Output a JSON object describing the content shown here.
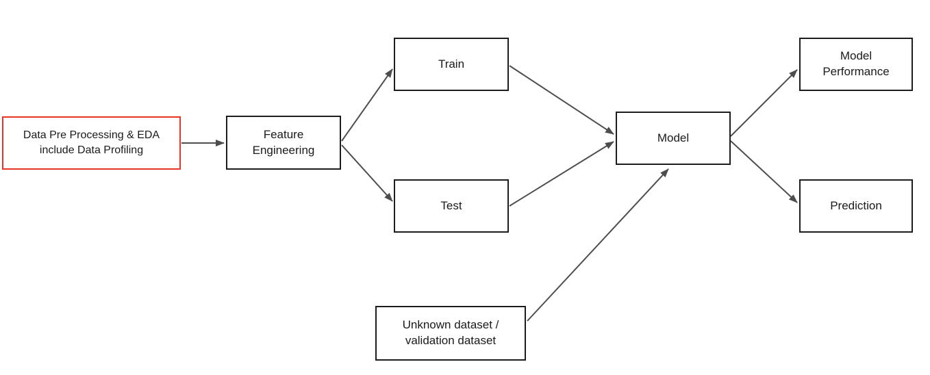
{
  "diagram": {
    "type": "flowchart",
    "background_color": "#ffffff",
    "colors": {
      "box_border": "#1c1c1c",
      "highlight_border": "#ea3323",
      "connector": "#4d4d4d",
      "text": "#1a1a1a"
    },
    "nodes": {
      "data_preprocessing": {
        "label": "Data Pre Processing & EDA\ninclude Data Profiling",
        "highlighted": true
      },
      "feature_engineering": {
        "label": "Feature\nEngineering",
        "highlighted": false
      },
      "train": {
        "label": "Train",
        "highlighted": false
      },
      "test": {
        "label": "Test",
        "highlighted": false
      },
      "model": {
        "label": "Model",
        "highlighted": false
      },
      "model_performance": {
        "label": "Model\nPerformance",
        "highlighted": false
      },
      "prediction": {
        "label": "Prediction",
        "highlighted": false
      },
      "unknown_dataset": {
        "label": "Unknown dataset /\nvalidation dataset",
        "highlighted": false
      }
    },
    "edges": [
      {
        "from": "data_preprocessing",
        "to": "feature_engineering"
      },
      {
        "from": "feature_engineering",
        "to": "train"
      },
      {
        "from": "feature_engineering",
        "to": "test"
      },
      {
        "from": "train",
        "to": "model"
      },
      {
        "from": "test",
        "to": "model"
      },
      {
        "from": "unknown_dataset",
        "to": "model"
      },
      {
        "from": "model",
        "to": "model_performance"
      },
      {
        "from": "model",
        "to": "prediction"
      }
    ]
  }
}
